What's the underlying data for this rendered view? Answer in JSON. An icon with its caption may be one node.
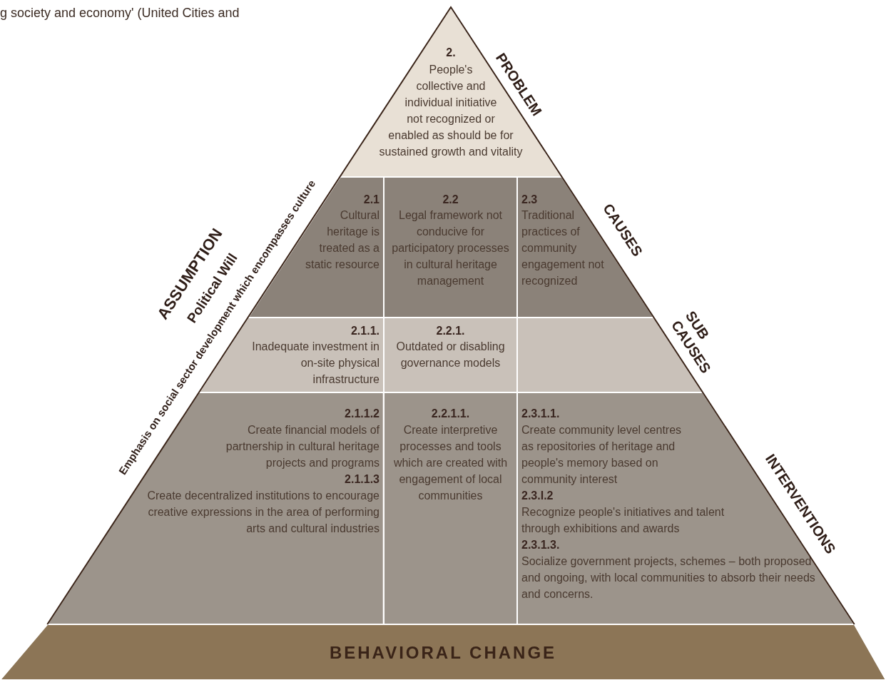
{
  "diagram": {
    "nodes": [
      {
        "text": [
          "2.",
          "People's collective and individual initiative not recognized or enabled as should be for sustained growth and vitality"
        ]
      },
      {
        "text": [
          "2.1",
          "Cultural heritage is treated as a static resource"
        ]
      },
      {
        "text": [
          "2.2",
          "Legal framework not conducive for participatory processes in cultural heritage management"
        ]
      },
      {
        "text": [
          "2.3",
          "Traditional practices of community engagement not recognized"
        ]
      },
      {
        "text": [
          "2.1.1.",
          "Inadequate investment in on-site physical infrastructure"
        ]
      },
      {
        "text": [
          "2.2.1.",
          "Outdated or disabling governance models"
        ]
      },
      {
        "text": [],
        "shape": "box"
      },
      {
        "text": [
          "2.1.1.2",
          "Create financial models of partnership in cultural heritage projects and programs",
          "2.1.1.3",
          "Create decentralized institutions to encourage creative expressions in the area of performing arts and cultural industries"
        ]
      },
      {
        "text": [
          "2.2.1.1.",
          "Create interpretive processes and tools which are created with engagement of local communities"
        ]
      },
      {
        "text": [
          "2.3.1.1.",
          "Create community level centres as repositories of heritage and people's memory based on community interest",
          "2.3.I.2",
          "Recognize people's initiatives and talent through exhibitions and awards",
          "2.3.1.3.",
          "Socialize government projects, schemes – both proposed and ongoing, with local communities to absorb their needs and concerns."
        ]
      },
      {
        "text": [
          "BEHAVIORAL CHANGE"
        ]
      }
    ],
    "labels": [
      "g society and economy' (United Cities and",
      "PROBLEM",
      "CAUSES",
      "SUB CAUSES",
      "INTERVENTIONS",
      "ASSUMPTION",
      "Political Will",
      "Emphasis on social sector development which encompasses culture"
    ]
  }
}
